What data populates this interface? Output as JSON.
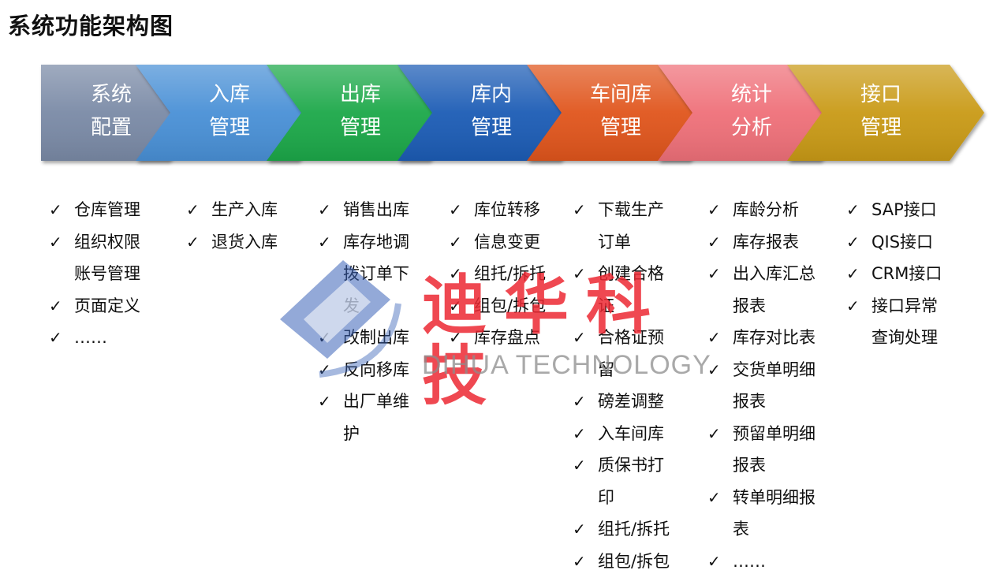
{
  "title": "系统功能架构图",
  "colors": {
    "config": "#7a8aa6",
    "inbound": "#4a90d6",
    "outbound": "#1aa84a",
    "internal": "#1f5bb5",
    "workshop": "#e0551c",
    "stats": "#ef6f79",
    "interface": "#c99a14"
  },
  "stages": [
    {
      "line1": "系统",
      "line2": "配置"
    },
    {
      "line1": "入库",
      "line2": "管理"
    },
    {
      "line1": "出库",
      "line2": "管理"
    },
    {
      "line1": "库内",
      "line2": "管理"
    },
    {
      "line1": "车间库",
      "line2": "管理"
    },
    {
      "line1": "统计",
      "line2": "分析"
    },
    {
      "line1": "接口",
      "line2": "管理"
    }
  ],
  "columns": [
    {
      "items": [
        [
          "仓库管理"
        ],
        [
          "组织权限",
          "账号管理"
        ],
        [
          "页面定义"
        ],
        [
          "……"
        ]
      ]
    },
    {
      "items": [
        [
          "生产入库"
        ],
        [
          "退货入库"
        ]
      ]
    },
    {
      "items": [
        [
          "销售出库"
        ],
        [
          "库存地调",
          "拨订单下",
          "发"
        ],
        [
          "改制出库"
        ],
        [
          "反向移库"
        ],
        [
          "出厂单维",
          "护"
        ]
      ]
    },
    {
      "items": [
        [
          "库位转移"
        ],
        [
          "信息变更"
        ],
        [
          "组托/拆托"
        ],
        [
          "组包/拆包"
        ],
        [
          "库存盘点"
        ]
      ]
    },
    {
      "items": [
        [
          "下载生产",
          "订单"
        ],
        [
          "创建合格",
          "证"
        ],
        [
          "合格证预",
          "留"
        ],
        [
          "磅差调整"
        ],
        [
          "入车间库"
        ],
        [
          "质保书打",
          "印"
        ],
        [
          "组托/拆托"
        ],
        [
          "组包/拆包"
        ]
      ]
    },
    {
      "items": [
        [
          "库龄分析"
        ],
        [
          "库存报表"
        ],
        [
          "出入库汇总",
          "报表"
        ],
        [
          "库存对比表"
        ],
        [
          "交货单明细",
          "报表"
        ],
        [
          "预留单明细",
          "报表"
        ],
        [
          "转单明细报",
          "表"
        ],
        [
          "……"
        ]
      ]
    },
    {
      "items": [
        [
          "SAP接口"
        ],
        [
          "QIS接口"
        ],
        [
          "CRM接口"
        ],
        [
          "接口异常",
          "查询处理"
        ]
      ]
    }
  ],
  "checkmark": "✓",
  "watermark": {
    "cn": "迪华科技",
    "en": "DIHUA TECHNOLOGY"
  }
}
